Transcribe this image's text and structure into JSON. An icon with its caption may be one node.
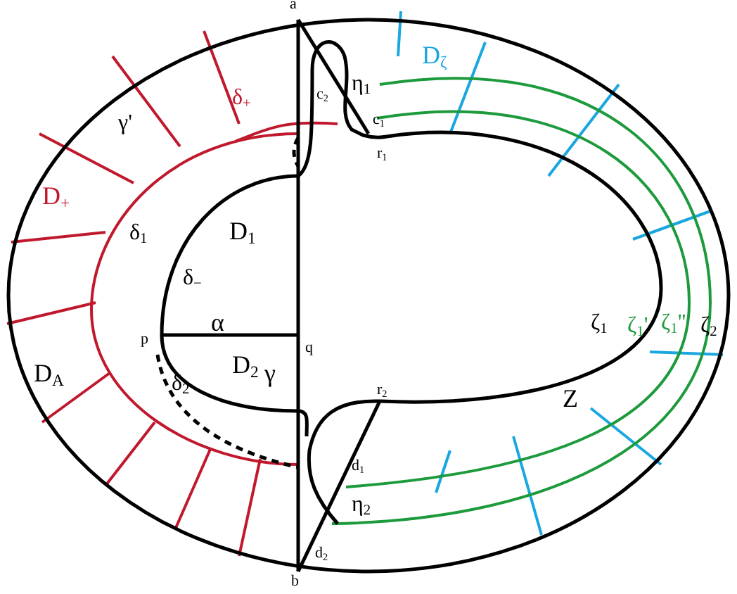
{
  "diagram": {
    "labels": [
      "a",
      "c$_{2}$",
      "η$_{1}$",
      "δ$_{+}$",
      "D$_{ζ}$",
      "γ'",
      "c$_{1}$",
      "r$_{1}$",
      "D$_{+}$",
      "δ$_{1}$",
      "D$_{1}$",
      "δ$_{−}$",
      "p",
      "α",
      "q",
      "ζ$_{1}$",
      "ζ$_{1}$'",
      "ζ$_{1}$''",
      "ζ$_{2}$",
      "D$_{A}$",
      "δ$_{2}$",
      "D$_{2}$",
      "γ",
      "r$_{2}$",
      "Z",
      "d$_{1}$",
      "η$_{2}$",
      "d$_{2}$",
      "b"
    ]
  }
}
